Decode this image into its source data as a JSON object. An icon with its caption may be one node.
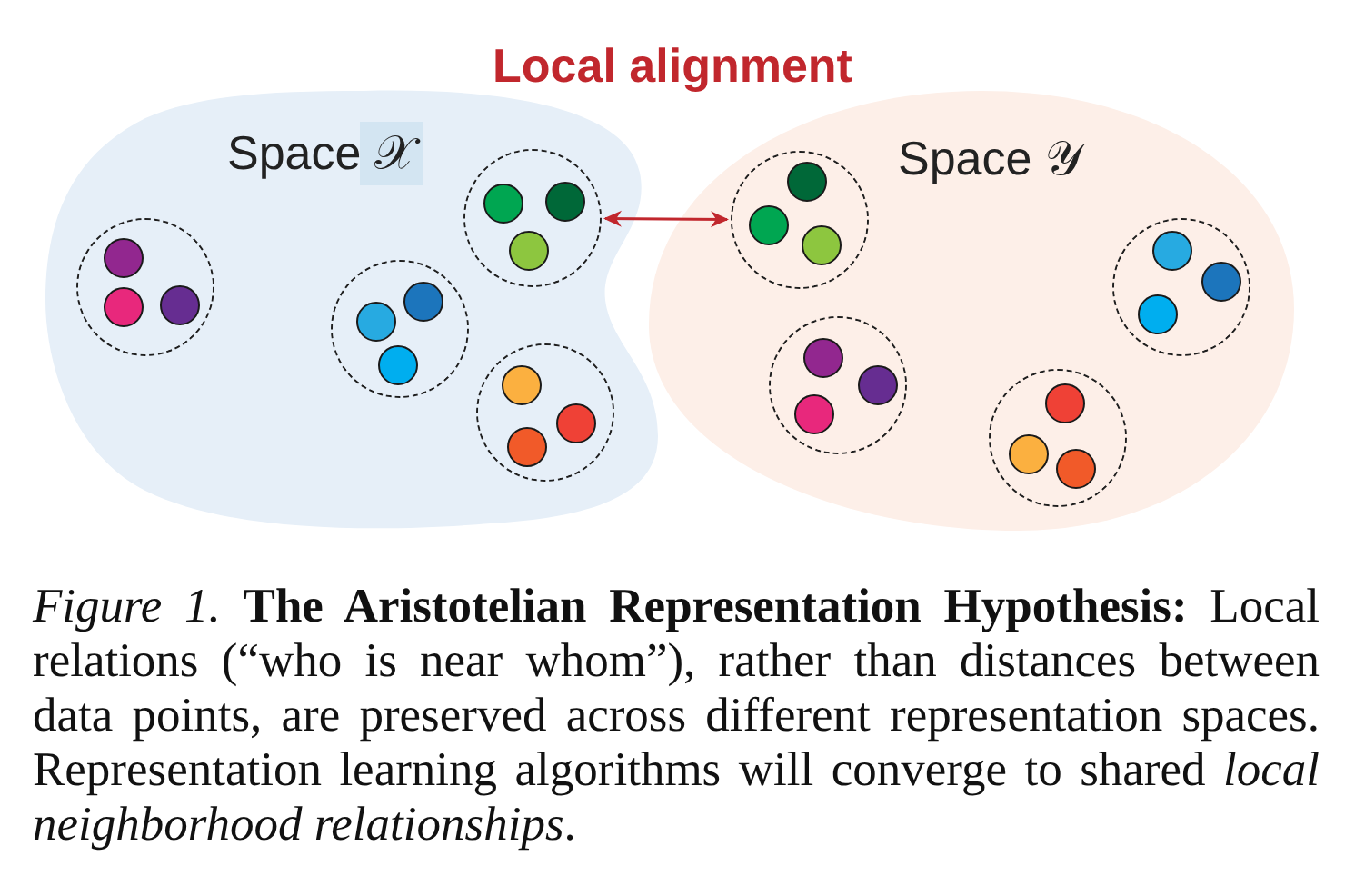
{
  "diagram": {
    "title": "Local alignment",
    "caption": "*Figure 1.* **The Aristotelian Representation Hypothesis:** Local relations (“who is near whom”), rather than distances between data points, are preserved across different representation spaces. Representation learning algorithms will converge to shared *local neighborhood relationships*.",
    "nodes": [
      {
        "text": [
          "Space 𝒳"
        ]
      },
      {
        "text": [],
        "shape": "circle",
        "in": 0
      },
      {
        "text": [],
        "shape": "circle",
        "in": 0
      },
      {
        "text": [],
        "shape": "circle",
        "in": 0
      },
      {
        "text": [],
        "shape": "circle",
        "in": 0
      },
      {
        "text": [
          "Space 𝒴"
        ]
      },
      {
        "text": [],
        "shape": "circle",
        "in": 5
      },
      {
        "text": [],
        "shape": "circle",
        "in": 5
      },
      {
        "text": [],
        "shape": "circle",
        "in": 5
      },
      {
        "text": [],
        "shape": "circle",
        "in": 5
      }
    ],
    "edges": [
      {
        "from": 3,
        "to": 6,
        "arrow": "both"
      }
    ]
  }
}
